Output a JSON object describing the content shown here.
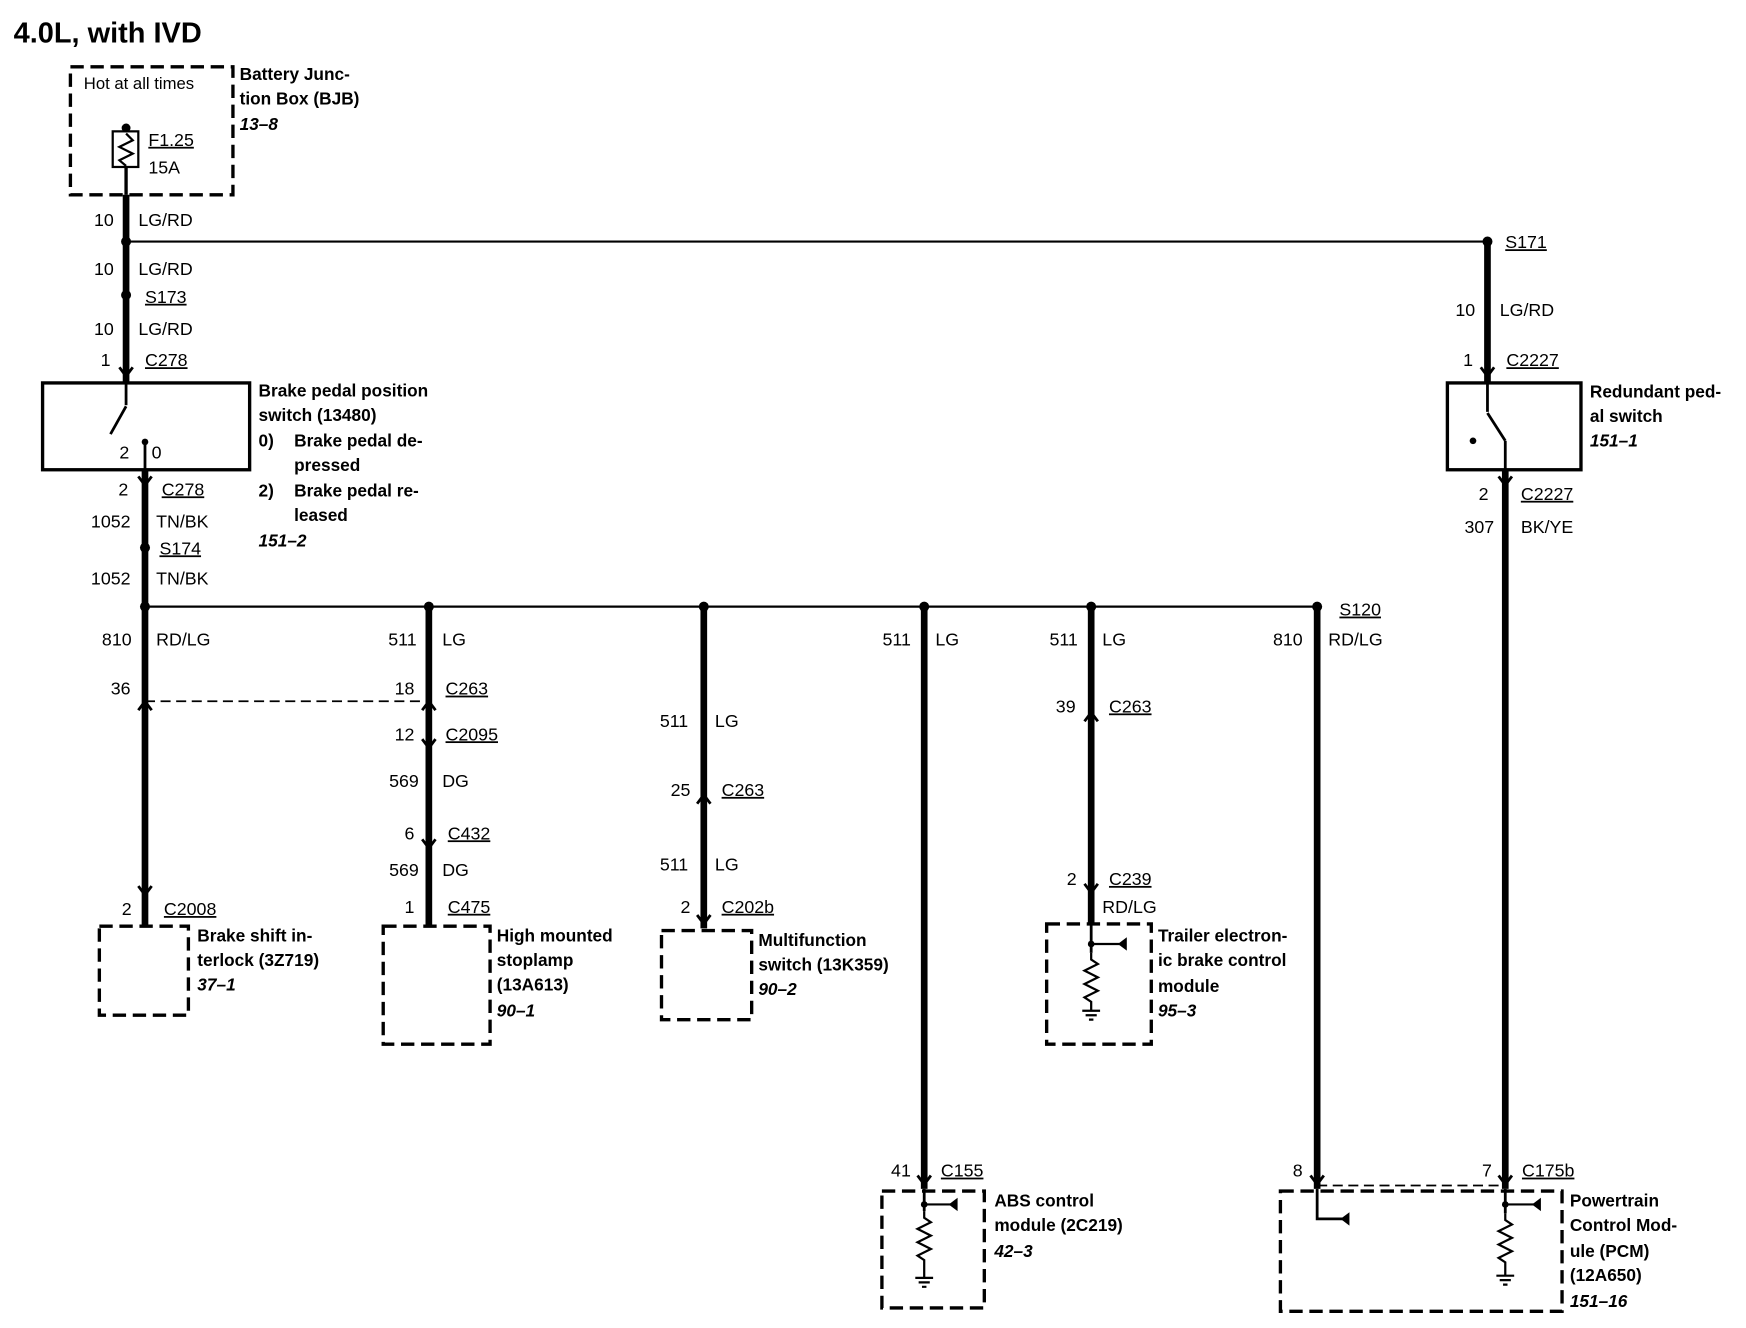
{
  "title": "4.0L, with IVD",
  "components": {
    "bjb": {
      "note": "Hot at all times",
      "fuse": "F1.25",
      "fuse_rating": "15A",
      "lines": [
        "Battery Junc-",
        "tion Box (BJB)"
      ],
      "ref": "13–8"
    },
    "brake_switch": {
      "lines": [
        "Brake pedal position",
        "switch (13480)"
      ],
      "pins": [
        "2",
        "0"
      ],
      "states": [
        {
          "num": "0)",
          "lines": [
            "Brake pedal de-",
            "pressed"
          ]
        },
        {
          "num": "2)",
          "lines": [
            "Brake pedal re-",
            "leased"
          ]
        }
      ],
      "ref": "151–2"
    },
    "redundant_switch": {
      "lines": [
        "Redundant ped-",
        "al switch"
      ],
      "ref": "151–1"
    },
    "shift_interlock": {
      "lines": [
        "Brake shift in-",
        "terlock (3Z719)"
      ],
      "ref": "37–1"
    },
    "stoplamp": {
      "lines": [
        "High mounted",
        "stoplamp",
        "(13A613)"
      ],
      "ref": "90–1"
    },
    "multifunction_switch": {
      "lines": [
        "Multifunction",
        "switch (13K359)"
      ],
      "ref": "90–2"
    },
    "abs_module": {
      "lines": [
        "ABS control",
        "module (2C219)"
      ],
      "ref": "42–3"
    },
    "trailer_module": {
      "lines": [
        "Trailer electron-",
        "ic brake control",
        "module"
      ],
      "ref": "95–3"
    },
    "pcm": {
      "lines": [
        "Powertrain",
        "Control Mod-",
        "ule (PCM)",
        "(12A650)"
      ],
      "ref": "151–16"
    }
  },
  "splices": {
    "s171": "S171",
    "s173": "S173",
    "s174": "S174",
    "s120": "S120"
  },
  "circuits": [
    {
      "circuit": "10",
      "color": "LG/RD"
    },
    {
      "circuit": "10",
      "color": "LG/RD"
    },
    {
      "circuit": "10",
      "color": "LG/RD"
    },
    {
      "circuit": "10",
      "color": "LG/RD"
    },
    {
      "circuit": "1052",
      "color": "TN/BK"
    },
    {
      "circuit": "1052",
      "color": "TN/BK"
    },
    {
      "circuit": "307",
      "color": "BK/YE"
    },
    {
      "circuit": "810",
      "color": "RD/LG"
    },
    {
      "circuit": "511",
      "color": "LG"
    },
    {
      "circuit": "569",
      "color": "DG"
    },
    {
      "circuit": "569",
      "color": "DG"
    },
    {
      "circuit": "511",
      "color": "LG"
    },
    {
      "circuit": "511",
      "color": "LG"
    },
    {
      "circuit": "511",
      "color": "LG"
    },
    {
      "circuit": "511",
      "color": "LG"
    },
    {
      "circuit": "810",
      "color": "RD/LG"
    }
  ],
  "trailer_side_color": "RD/LG",
  "connectors": [
    {
      "pin": "1",
      "id": "C278"
    },
    {
      "pin": "2",
      "id": "C278"
    },
    {
      "pin": "1",
      "id": "C2227"
    },
    {
      "pin": "2",
      "id": "C2227"
    },
    {
      "pin": "36"
    },
    {
      "pin": "2",
      "id": "C2008"
    },
    {
      "pin": "18",
      "id": "C263"
    },
    {
      "pin": "12",
      "id": "C2095"
    },
    {
      "pin": "6",
      "id": "C432"
    },
    {
      "pin": "1",
      "id": "C475"
    },
    {
      "pin": "25",
      "id": "C263"
    },
    {
      "pin": "2",
      "id": "C202b"
    },
    {
      "pin": "41",
      "id": "C155"
    },
    {
      "pin": "39",
      "id": "C263"
    },
    {
      "pin": "2",
      "id": "C239"
    },
    {
      "pin": "8"
    },
    {
      "pin": "7",
      "id": "C175b"
    }
  ]
}
